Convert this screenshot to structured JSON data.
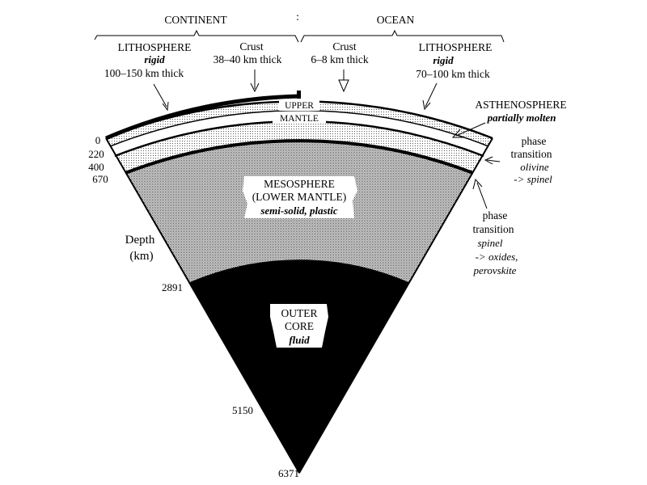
{
  "header": {
    "continent": "CONTINENT",
    "ocean": "OCEAN"
  },
  "continental_lithosphere": {
    "title": "LITHOSPHERE",
    "property": "rigid",
    "thickness": "100–150 km thick"
  },
  "continental_crust": {
    "title": "Crust",
    "thickness": "38–40 km thick"
  },
  "oceanic_crust": {
    "title": "Crust",
    "thickness": "6–8 km thick"
  },
  "oceanic_lithosphere": {
    "title": "LITHOSPHERE",
    "property": "rigid",
    "thickness": "70–100 km thick"
  },
  "upper_mantle": {
    "line1": "UPPER",
    "line2": "MANTLE"
  },
  "asthenosphere": {
    "title": "ASTHENOSPHERE",
    "property": "partially molten"
  },
  "phase_transition_1": {
    "line1": "phase",
    "line2": "transition",
    "line3": "olivine",
    "line4": "-> spinel"
  },
  "phase_transition_2": {
    "line1": "phase",
    "line2": "transition",
    "line3": "spinel",
    "line4": "-> oxides,",
    "line5": "perovskite"
  },
  "mesosphere": {
    "line1": "MESOSPHERE",
    "line2": "(LOWER MANTLE)",
    "property": "semi-solid, plastic"
  },
  "outer_core": {
    "line1": "OUTER",
    "line2": "CORE",
    "property": "fluid"
  },
  "depth_axis": {
    "label1": "Depth",
    "label2": "(km)",
    "ticks": [
      "0",
      "220",
      "400",
      "670",
      "2891",
      "5150",
      "6371"
    ]
  }
}
